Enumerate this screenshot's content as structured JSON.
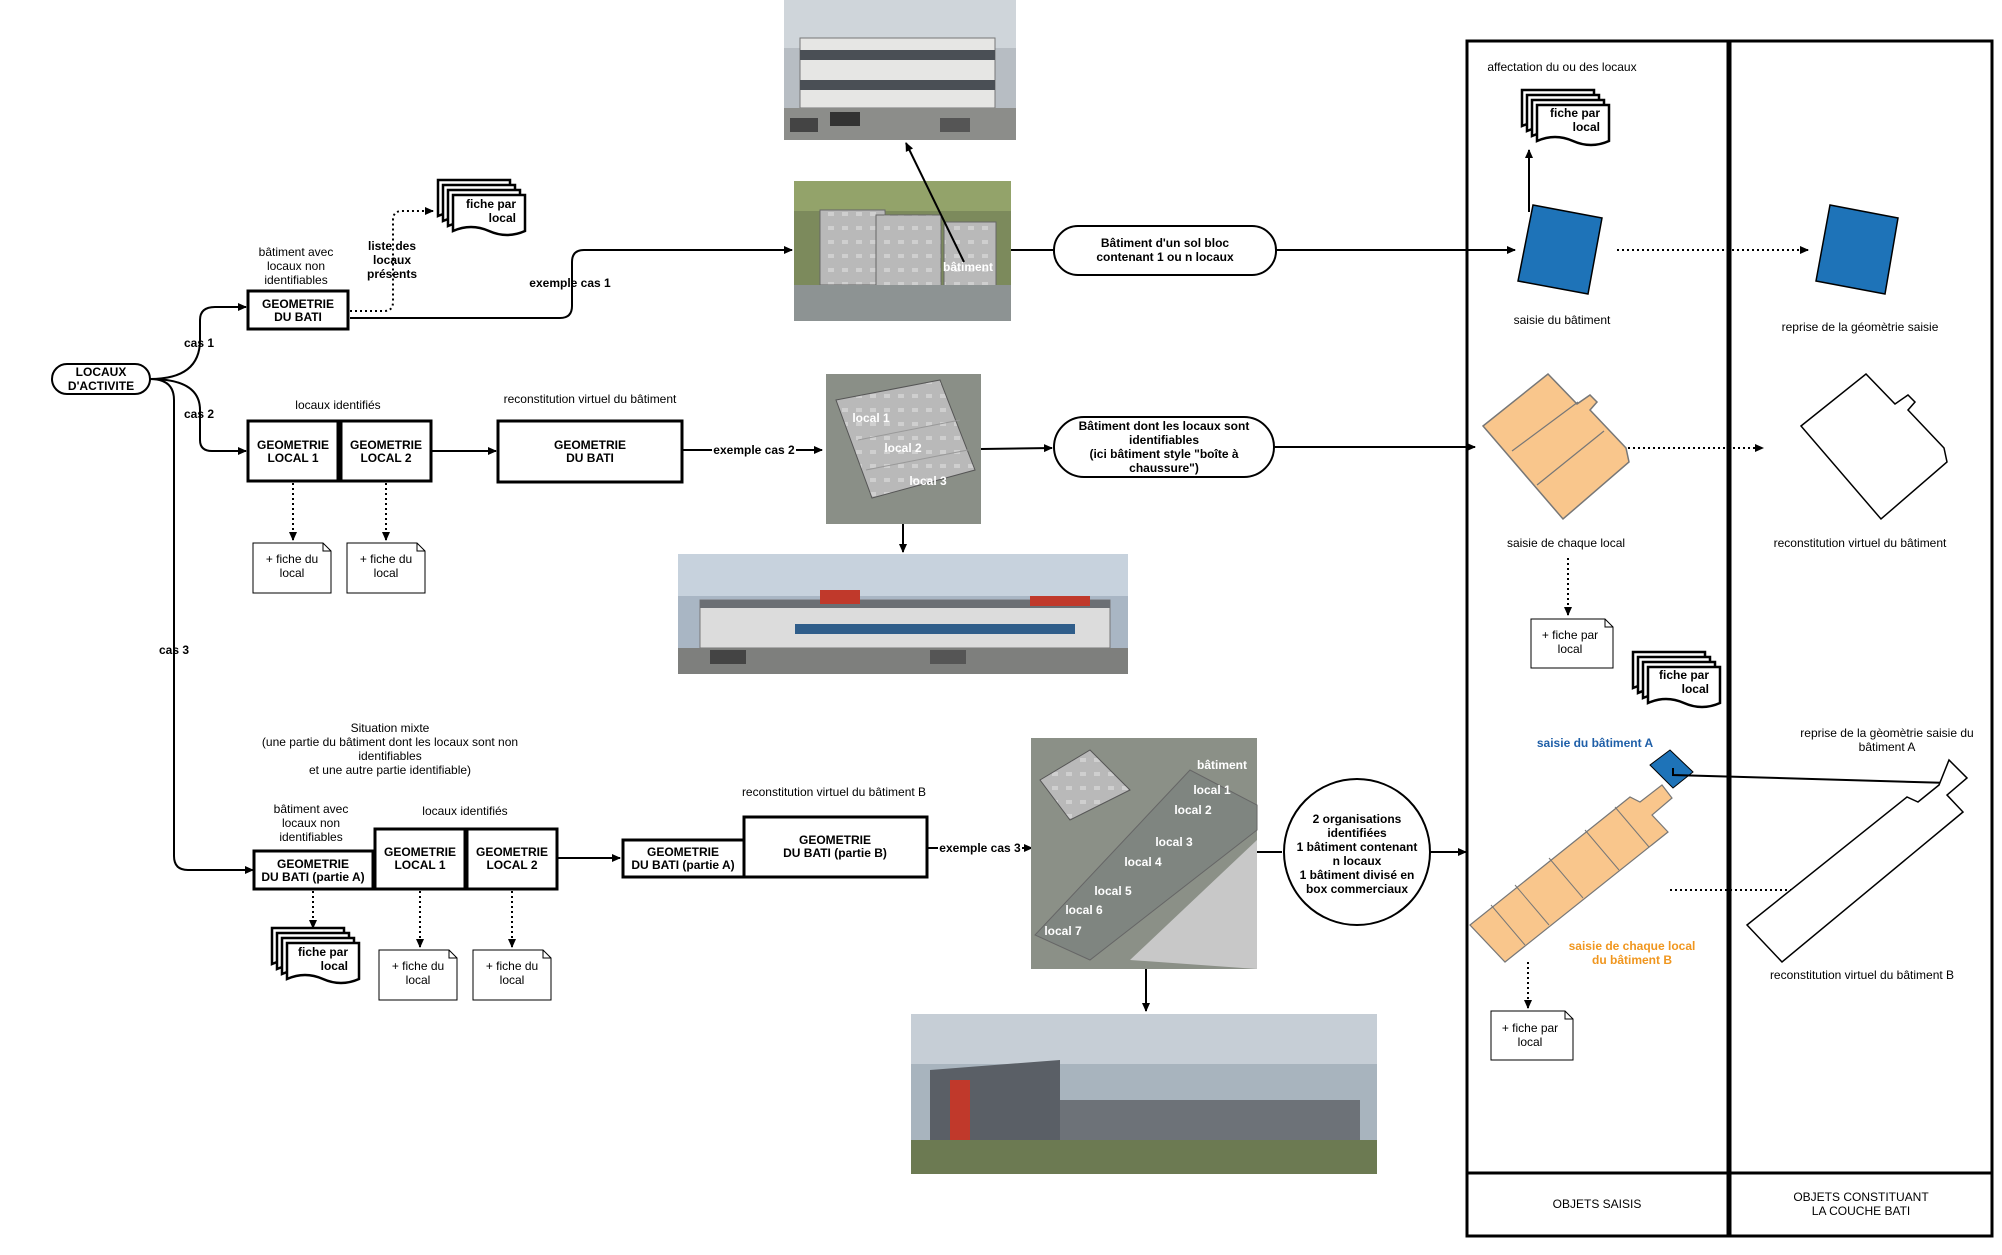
{
  "start": {
    "label_1": "LOCAUX",
    "label_2": "D'ACTIVITE"
  },
  "cases": {
    "cas1": "cas 1",
    "cas2": "cas 2",
    "cas3": "cas 3"
  },
  "case1": {
    "caption_1": "bâtiment avec",
    "caption_2": "locaux non",
    "caption_3": "identifiables",
    "box_1": "GEOMETRIE",
    "box_2": "DU BATI",
    "list_1": "liste des",
    "list_2": "locaux",
    "list_3": "présents",
    "fiche_1": "fiche par",
    "fiche_2": "local",
    "example": "exemple cas 1",
    "photo_label": "bâtiment",
    "desc_1": "Bâtiment d'un sol bloc",
    "desc_2": "contenant 1 ou n locaux"
  },
  "case2": {
    "caption": "locaux identifiés",
    "local1_1": "GEOMETRIE",
    "local1_2": "LOCAL 1",
    "local2_1": "GEOMETRIE",
    "local2_2": "LOCAL 2",
    "recon_caption": "reconstitution virtuel du bâtiment",
    "bati_1": "GEOMETRIE",
    "bati_2": "DU BATI",
    "example": "exemple cas 2",
    "fiche_1": "+ fiche du",
    "fiche_2": "local",
    "photo_labels": [
      "local 1",
      "local 2",
      "local 3"
    ],
    "desc_1": "Bâtiment dont les locaux sont",
    "desc_2": "identifiables",
    "desc_3": "(ici bâtiment style \"boîte à",
    "desc_4": "chaussure\")"
  },
  "case3": {
    "mixed_1": "Situation mixte",
    "mixed_2": "(une partie du bâtiment dont les locaux sont non",
    "mixed_3": "identifiables",
    "mixed_4": "et une autre partie identifiable)",
    "caption_a_1": "bâtiment avec",
    "caption_a_2": "locaux non",
    "caption_a_3": "identifiables",
    "caption_b": "locaux identifiés",
    "bati_a_1": "GEOMETRIE",
    "bati_a_2": "DU BATI (partie A)",
    "local1_1": "GEOMETRIE",
    "local1_2": "LOCAL 1",
    "local2_1": "GEOMETRIE",
    "local2_2": "LOCAL 2",
    "recon_caption": "reconstitution virtuel du bâtiment B",
    "rec_a_1": "GEOMETRIE",
    "rec_a_2": "DU BATI (partie A)",
    "rec_b_1": "GEOMETRIE",
    "rec_b_2": "DU BATI (partie B)",
    "example": "exemple cas 3",
    "fiche_stack_1": "fiche par",
    "fiche_stack_2": "local",
    "fiche_1": "+ fiche du",
    "fiche_2": "local",
    "photo_labels": [
      "bâtiment",
      "local 1",
      "local 2",
      "local 3",
      "local 4",
      "local 5",
      "local 6",
      "local 7"
    ],
    "desc_1": "2 organisations",
    "desc_2": "identifiées",
    "desc_3": "1 bâtiment contenant",
    "desc_4": "n locaux",
    "desc_5": "1 bâtiment divisé en",
    "desc_6": "box commerciaux"
  },
  "right": {
    "affect": "affectation du ou des locaux",
    "fiche_stack_1": "fiche par",
    "fiche_stack_2": "local",
    "saisie_bat": "saisie du bâtiment",
    "reprise": "reprise de la géomètrie saisie",
    "saisie_local": "saisie de chaque local",
    "recon": "reconstitution virtuel du bâtiment",
    "fiche_1": "+ fiche par",
    "fiche_2": "local",
    "saisie_a": "saisie du bâtiment A",
    "reprise_a_1": "reprise de la gèomètrie saisie du",
    "reprise_a_2": "bâtiment A",
    "saisie_b_1": "saisie de chaque local",
    "saisie_b_2": "du bâtiment B",
    "recon_b": "reconstitution virtuel du bâtiment B",
    "col1": "OBJETS SAISIS",
    "col2_1": "OBJETS CONSTITUANT",
    "col2_2": "LA COUCHE BATI"
  },
  "colors": {
    "blue": "#1e73b8",
    "orange": "#f9c68c",
    "orange_text": "#f0961e",
    "blue_text": "#1f5fa8"
  }
}
